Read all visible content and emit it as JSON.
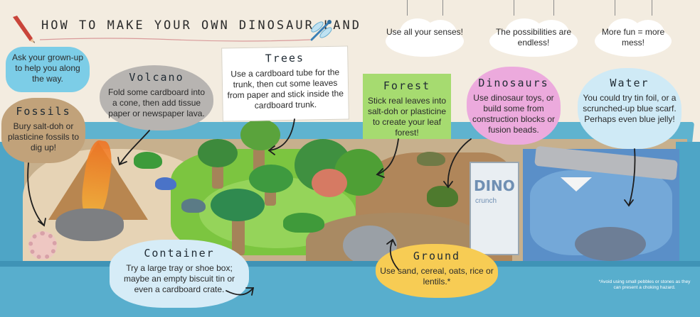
{
  "title": "How to make your own Dinosaur Land",
  "labels": {
    "grownup": "Ask your grown-up to help you along the way.",
    "volcano": {
      "title": "Volcano",
      "text": "Fold some cardboard into a cone, then add tissue paper or newspaper lava."
    },
    "fossils": {
      "title": "Fossils",
      "text": "Bury salt-doh or plasticine fossils to dig up!"
    },
    "trees": {
      "title": "Trees",
      "text": "Use a cardboard tube for the trunk, then cut some leaves from paper and stick inside the cardboard trunk."
    },
    "forest": {
      "title": "Forest",
      "text": "Stick real leaves into salt-doh or plasticine to create your leaf forest!"
    },
    "dinosaurs": {
      "title": "Dinosaurs",
      "text": "Use dinosaur toys, or build some from construction blocks or fusion beads."
    },
    "water": {
      "title": "Water",
      "text": "You could try tin foil, or a scrunched-up blue scarf. Perhaps even blue jelly!"
    },
    "container": {
      "title": "Container",
      "text": "Try a large tray or shoe box; maybe an empty biscuit tin or even a cardboard crate."
    },
    "ground": {
      "title": "Ground",
      "text": "Use sand, cereal, oats, rice or lentils.*"
    }
  },
  "clouds": [
    "Use all your senses!",
    "The possibilities are endless!",
    "More fun = more mess!"
  ],
  "box": {
    "brand": "DINO",
    "sub": "crunch"
  },
  "footnote": "*Avoid using small pebbles or stones as they can present a choking hazard.",
  "colors": {
    "tray": "#58aecd",
    "grass": "#7cc540",
    "water": "#5a8fc8",
    "sand": "#e6d3b5",
    "volcano_label": "#b7b4b1",
    "fossils_label": "#c1a27a",
    "forest_label": "#a6db70",
    "dinosaurs_label": "#ecaadd",
    "water_label": "#cfeaf6",
    "ground_label": "#f7cc54"
  },
  "icons": [
    "pencil-icon",
    "dragonfly-icon",
    "ammonite-icon",
    "boat-icon"
  ]
}
